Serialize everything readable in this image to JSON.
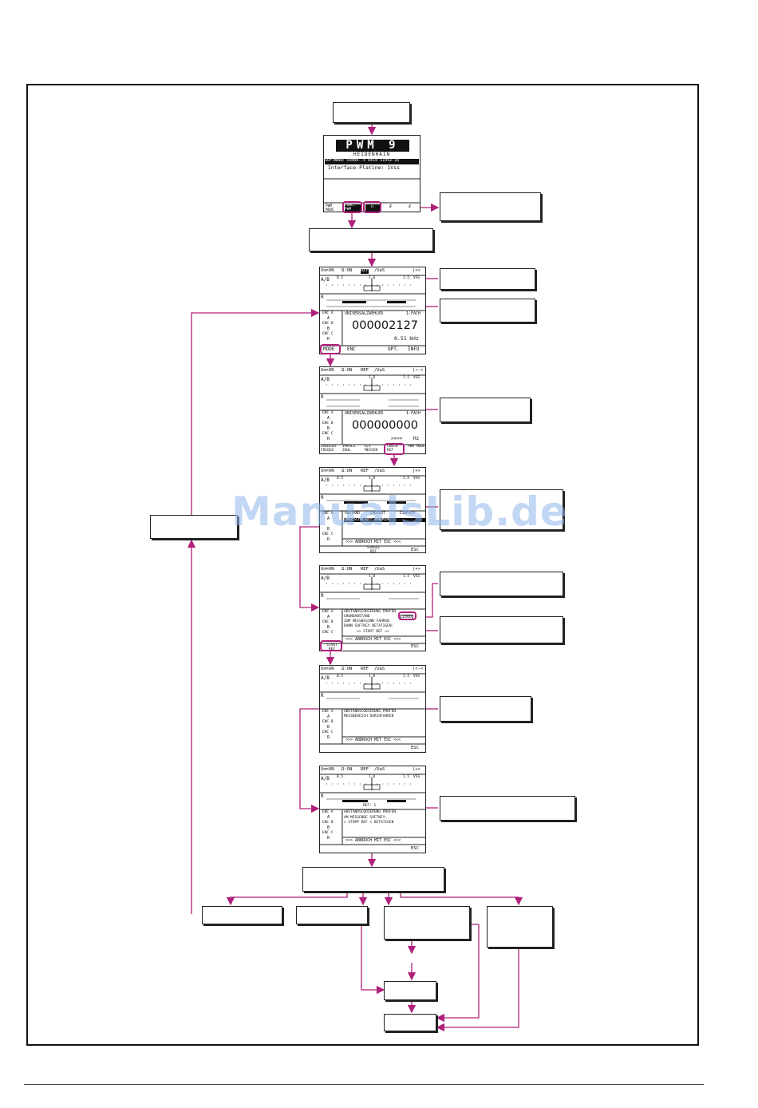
{
  "watermark": "ManualsLib.de",
  "colors": {
    "connector": "#b0207a",
    "frame": "#111111"
  },
  "splash_screen": {
    "title": "PWM 9",
    "brand": "HEIDENHAIN",
    "software_line": "SOFTWARE 5X8B8--x REL0 S1992-16",
    "interface_line": "Interface-Platine: 1Vss",
    "softkeys": [
      "PWM MODE",
      "FUNC. PWM",
      "▷",
      "F",
      "F"
    ]
  },
  "screen_enc": {
    "tabs": [
      "Un⊳ON",
      "Ω:ON",
      "REF",
      "/UaS",
      "|+>"
    ],
    "axis_label": "A/B",
    "scale": [
      "0.5",
      "1.0",
      "1.5",
      "VSS"
    ],
    "r_label": "R",
    "side": [
      "ENC A",
      "A",
      "ENC B",
      "B",
      "ENC C",
      "R"
    ],
    "counter_title": "UNIVERSALZAEHLER",
    "counter_mode": "1-FACH",
    "counter_value": "000002127",
    "freq_value": "0.51",
    "freq_unit": "kHz",
    "softkeys": [
      "MODE",
      "ENC",
      "OPT.",
      "INFO"
    ]
  },
  "screen_mode": {
    "tabs": [
      "Un⊳ON",
      "Ω:ON",
      "REF",
      "/UaS",
      "|<-<"
    ],
    "counter_value": "000000000",
    "freq_value": ">>>>",
    "freq_unit": "Hz",
    "softkeys": [
      "ZAEHLER FREQUZ",
      "IMPULS ZAHL",
      "U/I MESSEN",
      "CHECK REF",
      "PWM MODE"
    ]
  },
  "screen_refsel": {
    "tabs": [
      "Un⊳ON",
      "Ω:ON",
      "REF",
      "/UaS",
      "|+>"
    ],
    "menu_head": [
      "ABSTAND",
      "CODIERT",
      "EINFACH"
    ],
    "menu_row": "UNGESCHN REF-MARKEN",
    "abort": ">>> ABBRUCH MIT ESC <<<",
    "softkeys": [
      "SINGLE REF",
      "ESC"
    ]
  },
  "screen_check": {
    "tabs": [
      "Un⊳ON",
      "Ω:ON",
      "REF",
      "/UaS",
      "|+>"
    ],
    "line1": "ABSTANDSCODIERUNG PRUFEN",
    "line2": "GRUNDABSTAND",
    "value": "1000",
    "line3": "ZUM MESSBEGINN FAHREN",
    "line4": "DANN SOFTKEY BETATIGEN:",
    "line5": ">> START REF <<",
    "abort": ">>> ABBRUCH MIT ESC <<<",
    "softkeys": [
      "START REF",
      "ESC"
    ]
  },
  "screen_move": {
    "tabs": [
      "Un⊳ON",
      "Ω:ON",
      "REF",
      "/UaS",
      "|<-<"
    ],
    "line1": "ABSTANDSCODIERUNG PRUFEN",
    "line2": "MESSBEREICH DURCHFAHREN",
    "abort": ">>> ABBRUCH MIT ESC <<<",
    "softkeys": [
      "ESC"
    ]
  },
  "screen_stop": {
    "tabs": [
      "Un⊳ON",
      "Ω:ON",
      "REF",
      "/UaS",
      "|+>"
    ],
    "ref_label": "REF: 1",
    "line1": "ABSTANDSCODIERUNG PRUFEN",
    "line2": "AM MESSENDE SOFTKEY:",
    "line3": "> STOPP REF < BETATIGEN",
    "abort": ">>> ABBRUCH MIT ESC <<<",
    "softkeys": [
      "ESC"
    ]
  }
}
